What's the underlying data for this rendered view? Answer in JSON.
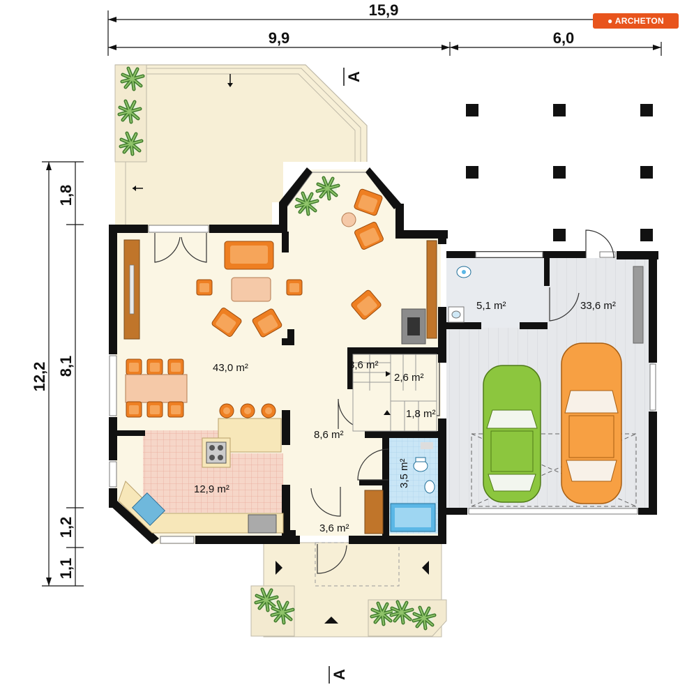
{
  "brand": {
    "logo_text": "ARCHETON",
    "logo_color": "#e8541c"
  },
  "dimensions": {
    "top_total": "15,9",
    "top_left": "9,9",
    "top_right": "6,0",
    "left_total": "12,2",
    "left_seg_1": "1,8",
    "left_seg_2": "8,1",
    "left_seg_3": "1,2",
    "left_seg_4": "1,1"
  },
  "section_marker": "A",
  "rooms": {
    "living": "43,0 m²",
    "hall": "8,6 m²",
    "kitchen": "12,9 m²",
    "entry": "3,6 m²",
    "stair_1": "3,6 m²",
    "stair_2": "2,6 m²",
    "stair_3": "1,8 m²",
    "bathroom": "3,5 m²",
    "utility": "5,1 m²",
    "garage": "33,6 m²"
  },
  "colors": {
    "floor": "#fbf6e4",
    "terrace": "#f7efd6",
    "wall": "#111111",
    "furniture": "#ee7f22",
    "garage_floor": "#e3e5e8",
    "tile": "#f3c7b5",
    "car_green": "#8cc63e",
    "car_orange": "#f7a043",
    "water": "#5bb7e6"
  }
}
